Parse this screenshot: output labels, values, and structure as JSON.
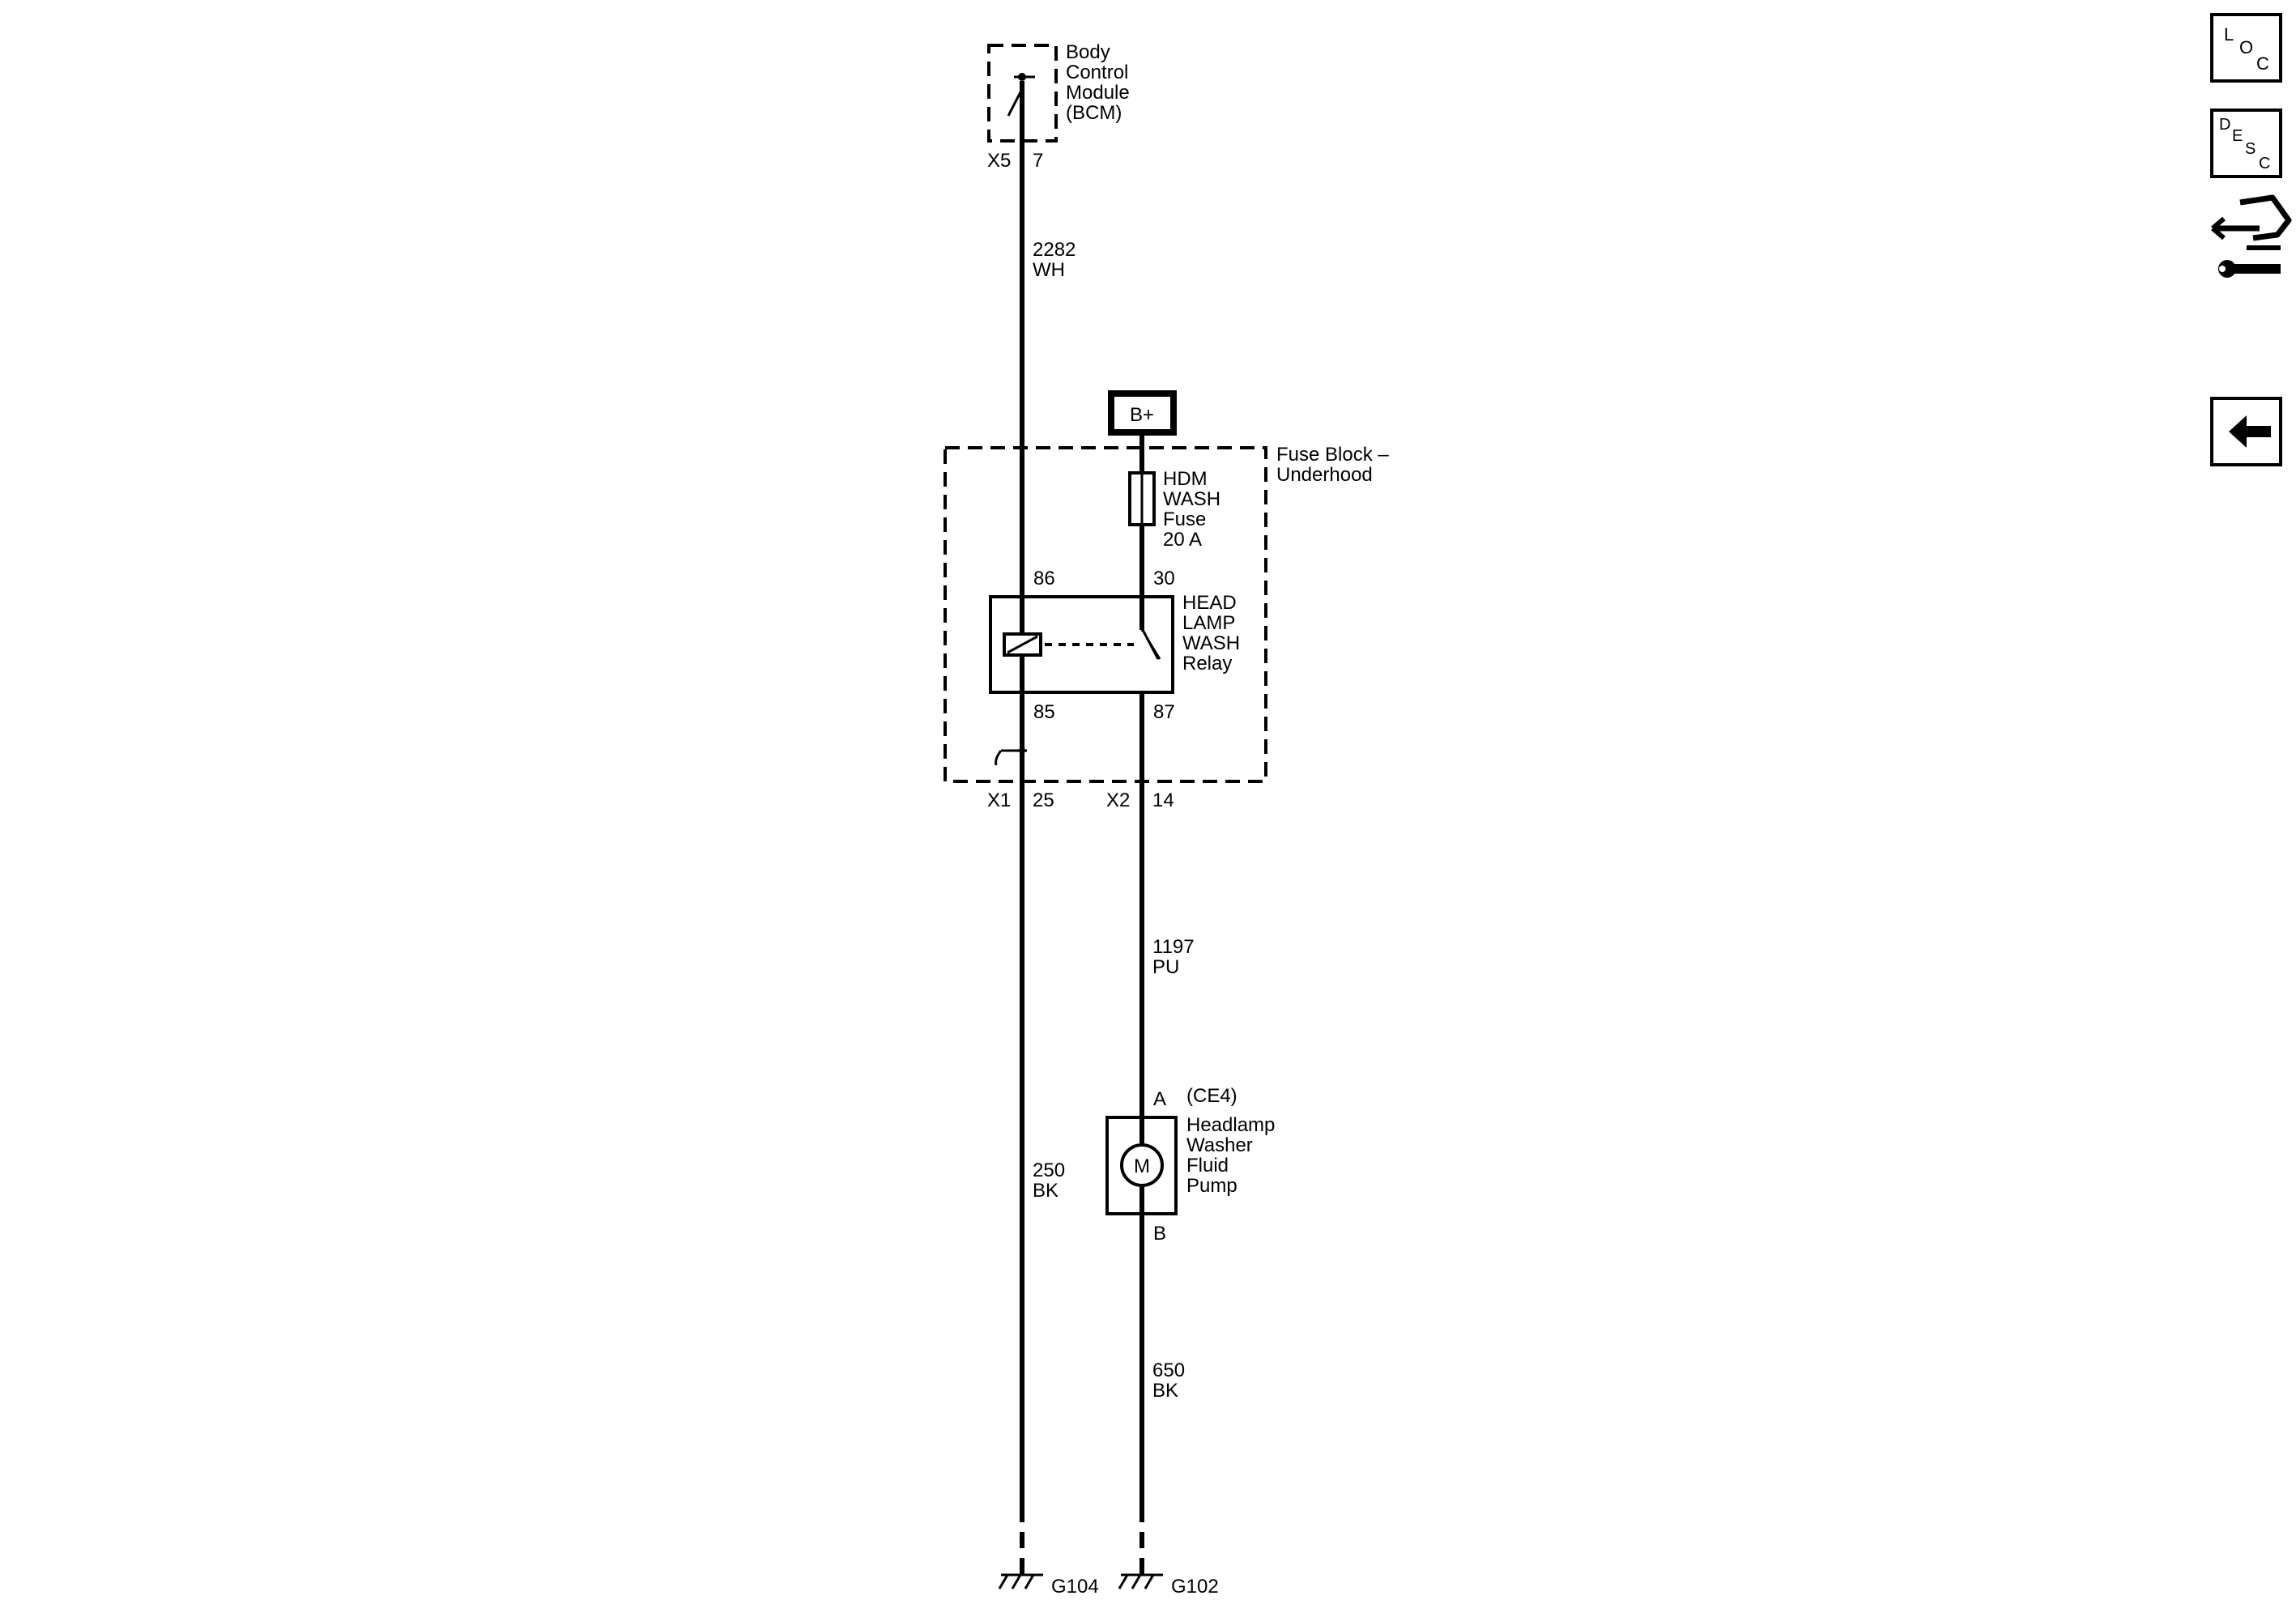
{
  "bcm": {
    "name_lines": [
      "Body",
      "Control",
      "Module",
      "(BCM)"
    ],
    "connector": "X5",
    "pin": "7"
  },
  "wire_2282": {
    "circuit": "2282",
    "color": "WH"
  },
  "battery": {
    "label": "B+"
  },
  "fuse_block": {
    "name_lines": [
      "Fuse Block –",
      "Underhood"
    ]
  },
  "fuse": {
    "name_lines": [
      "HDM",
      "WASH",
      "Fuse",
      "20 A"
    ]
  },
  "relay": {
    "name_lines": [
      "HEAD",
      "LAMP",
      "WASH",
      "Relay"
    ],
    "pin_86": "86",
    "pin_30": "30",
    "pin_85": "85",
    "pin_87": "87"
  },
  "connector_x1": {
    "connector": "X1",
    "pin": "25"
  },
  "connector_x2": {
    "connector": "X2",
    "pin": "14"
  },
  "wire_1197": {
    "circuit": "1197",
    "color": "PU"
  },
  "wire_250": {
    "circuit": "250",
    "color": "BK"
  },
  "pump": {
    "pin_a": "A",
    "option": "(CE4)",
    "name_lines": [
      "Headlamp",
      "Washer",
      "Fluid",
      "Pump"
    ],
    "motor_symbol": "M",
    "pin_b": "B"
  },
  "wire_650": {
    "circuit": "650",
    "color": "BK"
  },
  "grounds": {
    "g104": "G104",
    "g102": "G102"
  },
  "nav": {
    "loc": {
      "l1": "L",
      "l2": "O",
      "l3": "C",
      "icon": "location-icon"
    },
    "desc": {
      "l1": "D",
      "l2": "E",
      "l3": "S",
      "l4": "C",
      "icon": "description-icon"
    },
    "repair_icon": "connector-repair-icon",
    "back_icon": "back-arrow-icon"
  }
}
